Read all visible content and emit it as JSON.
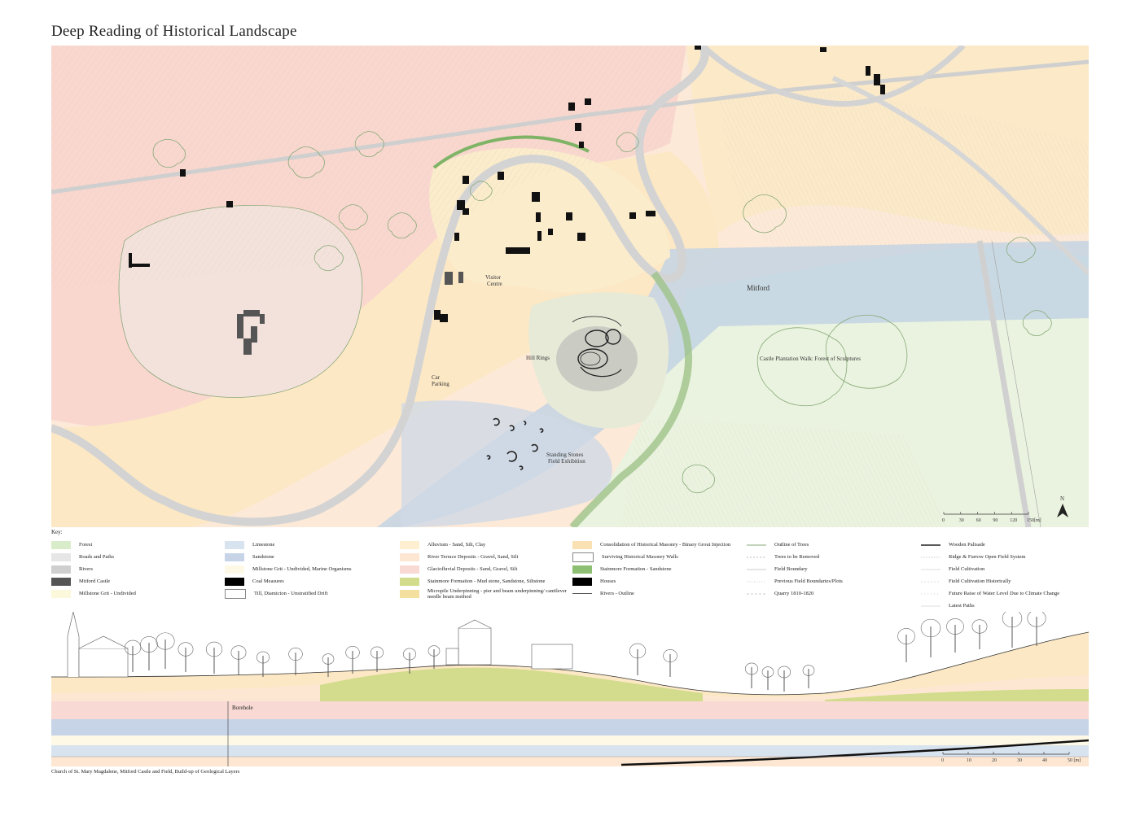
{
  "title": "Deep Reading of Historical Landscape",
  "map_labels": {
    "visitor_centre": [
      "Visitor",
      "Centre"
    ],
    "mitford": "Mitford",
    "hill_rings": "Hill Rings",
    "car_parking": [
      "Car",
      "Parking"
    ],
    "castle_plantation": "Castle Plantation Walk: Forest of Sculptures",
    "standing_stones": [
      "Standing Stones",
      "Field Exhibition"
    ],
    "north": "N"
  },
  "map_scale": {
    "ticks": [
      "0",
      "30",
      "60",
      "90",
      "120",
      "150[m]"
    ]
  },
  "key_title": "Key:",
  "legend": {
    "col1": [
      {
        "label": "Forest",
        "color": "#d9ecc9"
      },
      {
        "label": "Roads and Paths",
        "color": "#e6e6e6"
      },
      {
        "label": "Rivers",
        "color": "#cfcfcf"
      },
      {
        "label": "Mitford Castle",
        "color": "#555555"
      },
      {
        "label": "Millstone Grit - Undivided",
        "color": "#fbf8dc"
      }
    ],
    "col2": [
      {
        "label": "Limestone",
        "color": "#d8e3f0"
      },
      {
        "label": "Sandstone",
        "color": "#c7d4e8"
      },
      {
        "label": "Millstone Grit - Undivided, Marine Organisms",
        "color": "#fdf9e6"
      },
      {
        "label": "Coal Measures",
        "color": "#000000"
      },
      {
        "label": "Till, Diamicton - Unstratified Drift",
        "color": "#ffffff"
      }
    ],
    "col3": [
      {
        "label": "Alluvium - Sand, Silt, Clay",
        "color": "#fdefd0"
      },
      {
        "label": "River Terrace Deposits - Gravel, Sand, Silt",
        "color": "#fde7d2"
      },
      {
        "label": "Glaciofluvial Deposits - Sand, Gravel, Silt",
        "color": "#f8d9d3"
      },
      {
        "label": "Stainmore Formation - Mud stone, Sandstone, Siltstone",
        "color": "#d2dc8c"
      },
      {
        "label": "Micropile Underpinning - pier and beam underpinning/ cantilever needle beam method",
        "color": "#f3df9e"
      }
    ],
    "col4": [
      {
        "label": "Consolidation of Historical Masonry - Binary Grout Injection",
        "color": "#f9e1b4"
      },
      {
        "label": "Surviving Historical Masonry Walls",
        "color": "#ffffff"
      },
      {
        "label": "Stainmore Formation - Sandstone",
        "color": "#8cbf72"
      },
      {
        "label": "Houses",
        "color": "#000000"
      },
      {
        "label": "Rivers - Outline",
        "color": "line"
      }
    ],
    "col5": [
      "Outline of Trees",
      "Trees to be Removed",
      "Field Boundary",
      "Previous Field Boundaries/Plots",
      "Quarry 1810-1820"
    ],
    "col6": [
      "Wooden Palisade",
      "Ridge & Furrow Open Field System",
      "Field Cultivation",
      "Field Cultivation Historically",
      "Future Raise of Water Level Due to Climate Change",
      "Latest Paths"
    ]
  },
  "section": {
    "borehole": "Borehole",
    "scale_ticks": [
      "0",
      "10",
      "20",
      "30",
      "40",
      "50 [m]"
    ]
  },
  "caption": "Church of St. Mary Magdalene, Mitford Castle and Field, Build-up of Geological Layers"
}
